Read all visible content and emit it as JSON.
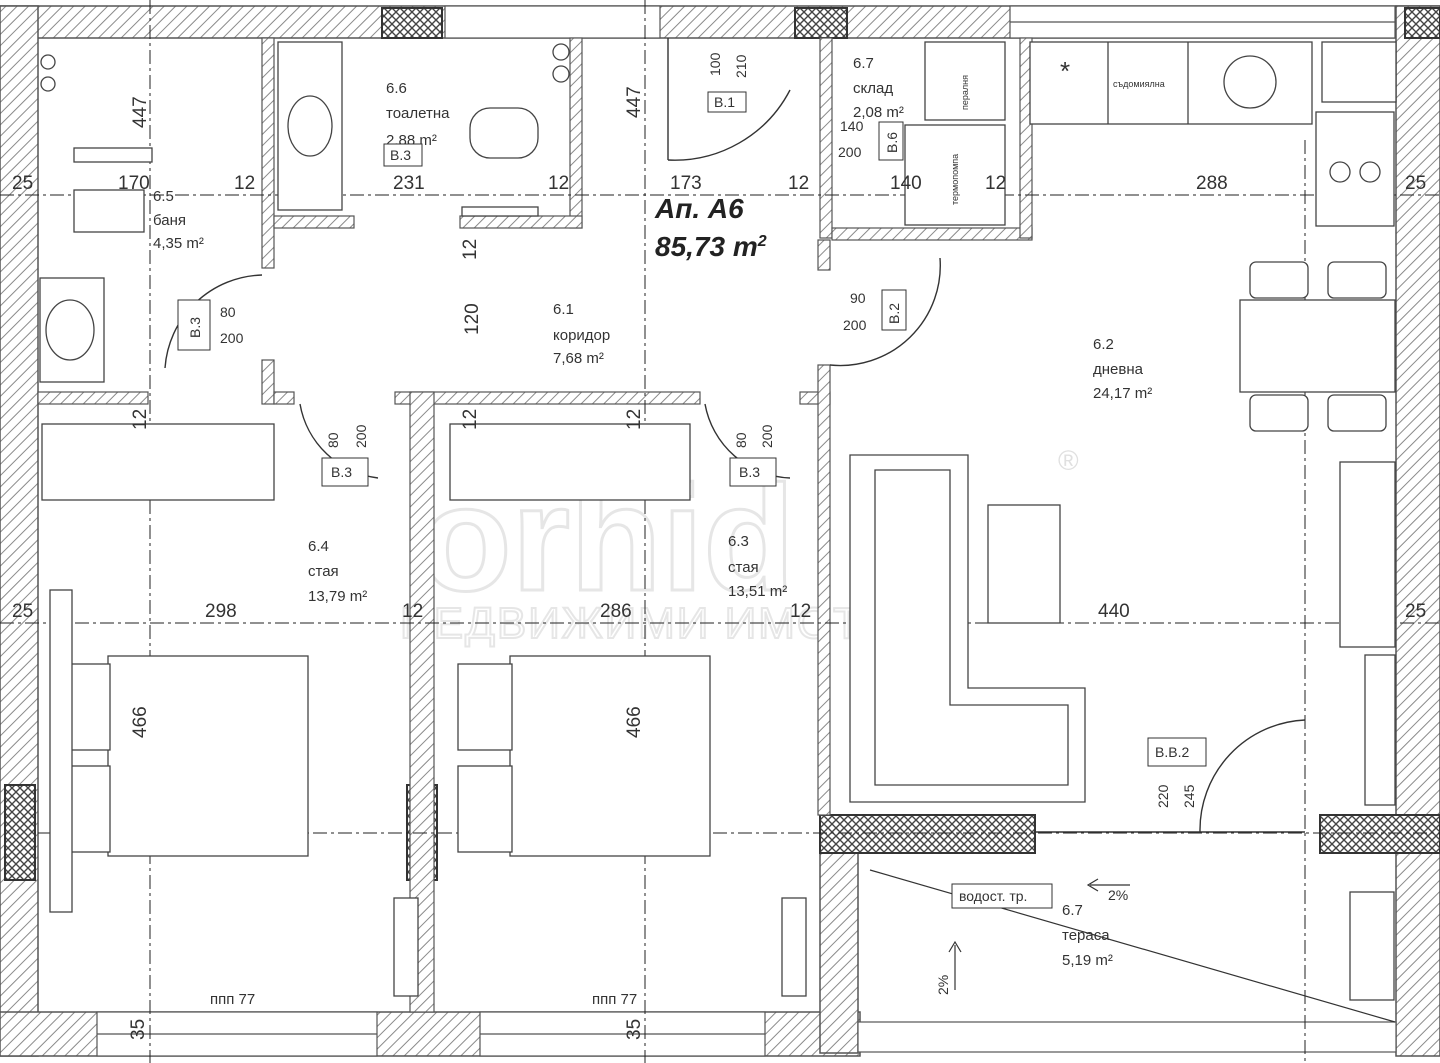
{
  "colors": {
    "wall": "#555555",
    "hatch": "#9a9a9a",
    "line": "#333333",
    "text": "#333333"
  },
  "apartment": {
    "name": "Ап. А6",
    "area_value": "85,73 m",
    "area_sup": "2"
  },
  "rooms": [
    {
      "id": "6.1",
      "name": "коридор",
      "area": "7,68 m²"
    },
    {
      "id": "6.2",
      "name": "дневна",
      "area": "24,17 m²"
    },
    {
      "id": "6.3",
      "name": "стая",
      "area": "13,51 m²"
    },
    {
      "id": "6.4",
      "name": "стая",
      "area": "13,79 m²"
    },
    {
      "id": "6.5",
      "name": "баня",
      "area": "4,35 m²"
    },
    {
      "id": "6.6",
      "name": "тоалетна",
      "area": "2,88 m²"
    },
    {
      "id": "6.7",
      "name": "склад",
      "area": "2,08 m²"
    },
    {
      "id": "6.7",
      "name": "тераса",
      "area": "5,19 m²"
    }
  ],
  "dimensions": {
    "top_row": [
      "25",
      "170",
      "12",
      "231",
      "12",
      "173",
      "12",
      "140",
      "12",
      "288",
      "25"
    ],
    "middle_row": [
      "25",
      "298",
      "12",
      "286",
      "12",
      "440",
      "25"
    ],
    "vertical": [
      "447",
      "447",
      "466",
      "466",
      "120",
      "12",
      "12",
      "12",
      "12"
    ],
    "bottom": [
      "35",
      "35"
    ],
    "sill": [
      "ппп 77",
      "ппп 77"
    ]
  },
  "doors": [
    {
      "tag": "В.1",
      "w": "100",
      "h": "210"
    },
    {
      "tag": "В.3",
      "w": "80",
      "h": "200"
    },
    {
      "tag": "В.3",
      "w": "80",
      "h": "200"
    },
    {
      "tag": "В.3",
      "w": "80",
      "h": "200"
    },
    {
      "tag": "В.3",
      "w": "",
      "h": ""
    },
    {
      "tag": "В.2",
      "w": "90",
      "h": "200"
    },
    {
      "tag": "В.6",
      "w": "140",
      "h": "200"
    },
    {
      "tag": "В.В.2",
      "w": "220",
      "h": "245"
    }
  ],
  "appliances": {
    "dishwasher": "съдомиялна",
    "washer": "пералня",
    "boiler": "термопомпа"
  },
  "terrace": {
    "drain": "водост. тр.",
    "slope": "2%"
  },
  "watermark": {
    "brand": "orhid",
    "tagline": "НЕДВИЖИМИ ИМОТИ",
    "mark": "®"
  }
}
